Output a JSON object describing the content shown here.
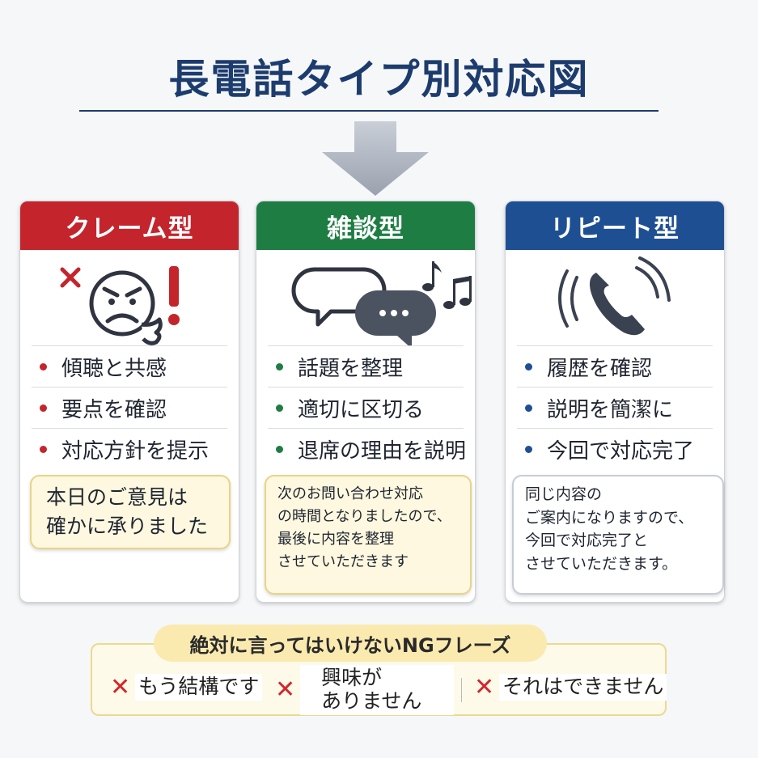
{
  "title": "長電話タイプ別対応図",
  "cards": [
    {
      "header": "クレーム型",
      "color": "#c4252c",
      "icon": "angry-face-icon",
      "bullets": [
        "傾聴と共感",
        "要点を確認",
        "対応方針を提示"
      ],
      "bubble": "本日のご意見は\n確かに承りました"
    },
    {
      "header": "雑談型",
      "color": "#1e7d43",
      "icon": "chat-bubbles-music-icon",
      "bullets": [
        "話題を整理",
        "適切に区切る",
        "退席の理由を説明"
      ],
      "bubble": "次のお問い合わせ対応\nの時間となりましたので、\n最後に内容を整理\nさせていただきます"
    },
    {
      "header": "リピート型",
      "color": "#1f4f93",
      "icon": "ringing-phone-icon",
      "bullets": [
        "履歴を確認",
        "説明を簡潔に",
        "今回で対応完了"
      ],
      "bubble": "同じ内容の\nご案内になりますので、\n今回で対応完了と\nさせていただきます。"
    }
  ],
  "ng": {
    "title": "絶対に言ってはいけないNGフレーズ",
    "mark": "✕",
    "items": [
      "もう結構です",
      "興味が\nありません",
      "それはできません"
    ]
  }
}
